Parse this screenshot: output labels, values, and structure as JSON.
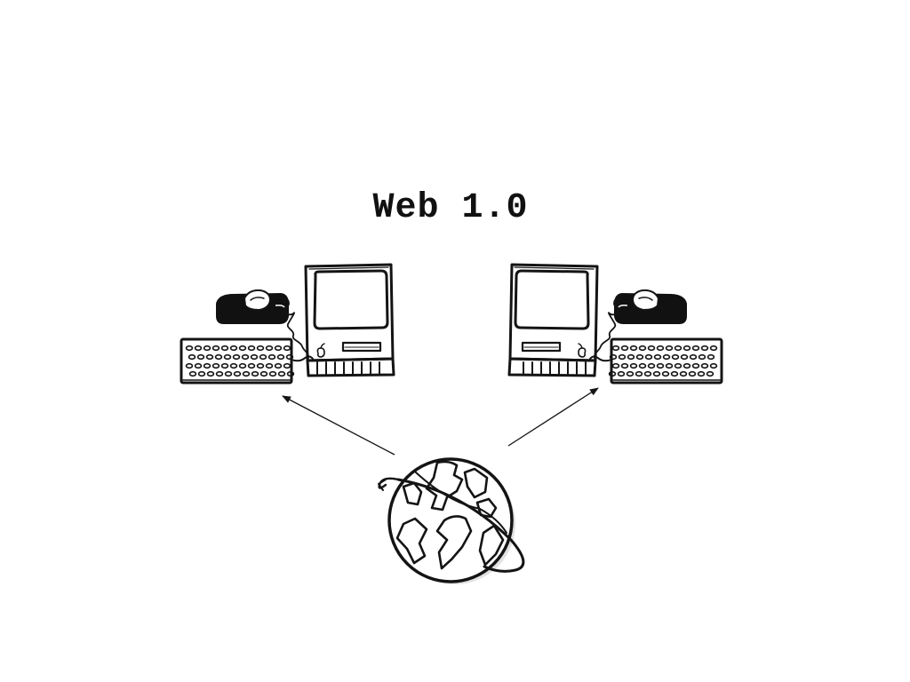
{
  "slide": {
    "title": "Web 1.0"
  },
  "diagram": {
    "nodes": [
      {
        "id": "computer-left",
        "icon": "desktop-computer-icon"
      },
      {
        "id": "computer-right",
        "icon": "desktop-computer-icon"
      },
      {
        "id": "internet",
        "icon": "globe-icon"
      }
    ],
    "edges": [
      {
        "from": "internet",
        "to": "computer-left",
        "arrow": "to"
      },
      {
        "from": "internet",
        "to": "computer-right",
        "arrow": "to"
      }
    ]
  },
  "colors": {
    "ink": "#141414",
    "paper": "#ffffff",
    "screen_fill": "#f4f4f4",
    "mouse_fill": "#111111"
  }
}
